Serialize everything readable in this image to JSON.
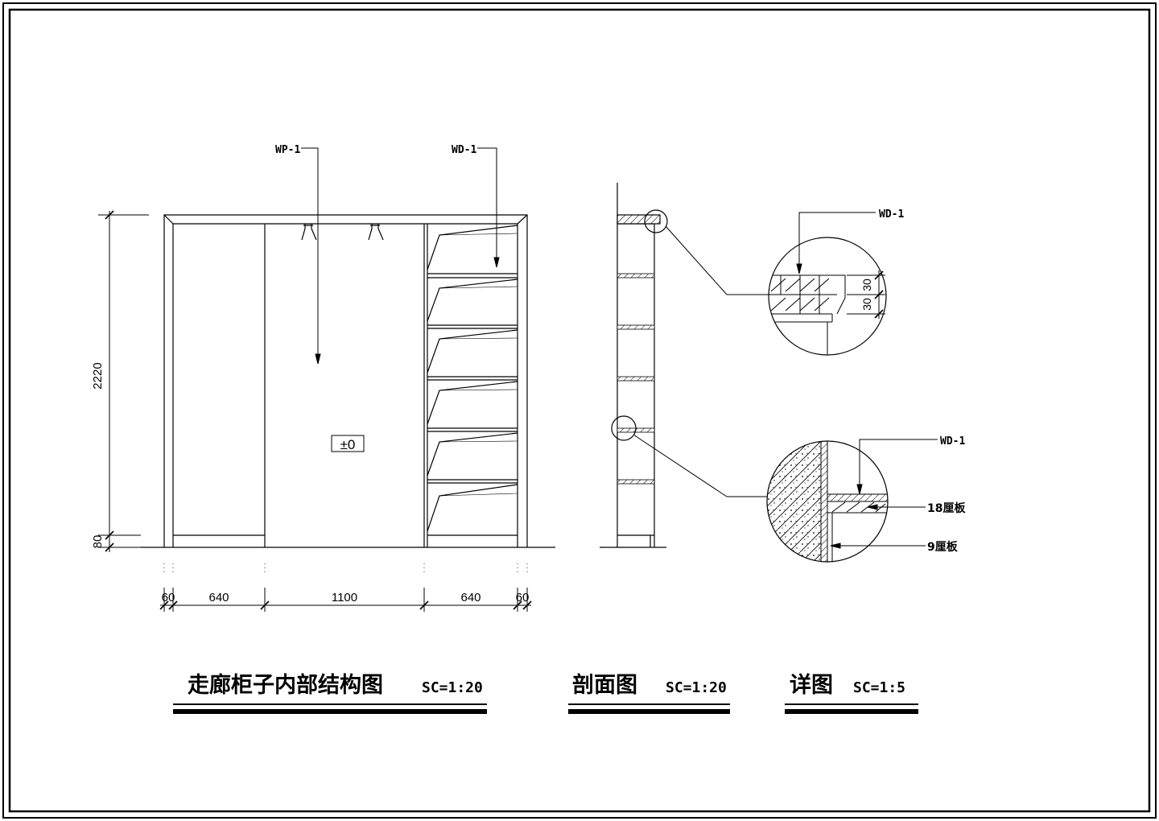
{
  "elevation": {
    "tags": {
      "wp": "WP-1",
      "wd": "WD-1"
    },
    "level_mark": "±0",
    "dims_vertical": [
      "2220",
      "80"
    ],
    "dims_horizontal": [
      "60",
      "640",
      "1100",
      "640",
      "60"
    ]
  },
  "detail": {
    "top_tag": "WD-1",
    "top_dims": [
      "30",
      "30"
    ],
    "bottom_tag": "WD-1",
    "board_18": "18厘板",
    "board_9": "9厘板"
  },
  "titles": {
    "main": "走廊柜子内部结构图",
    "main_scale": "SC=1:20",
    "section": "剖面图",
    "section_scale": "SC=1:20",
    "detail": "详图",
    "detail_scale": "SC=1:5"
  }
}
